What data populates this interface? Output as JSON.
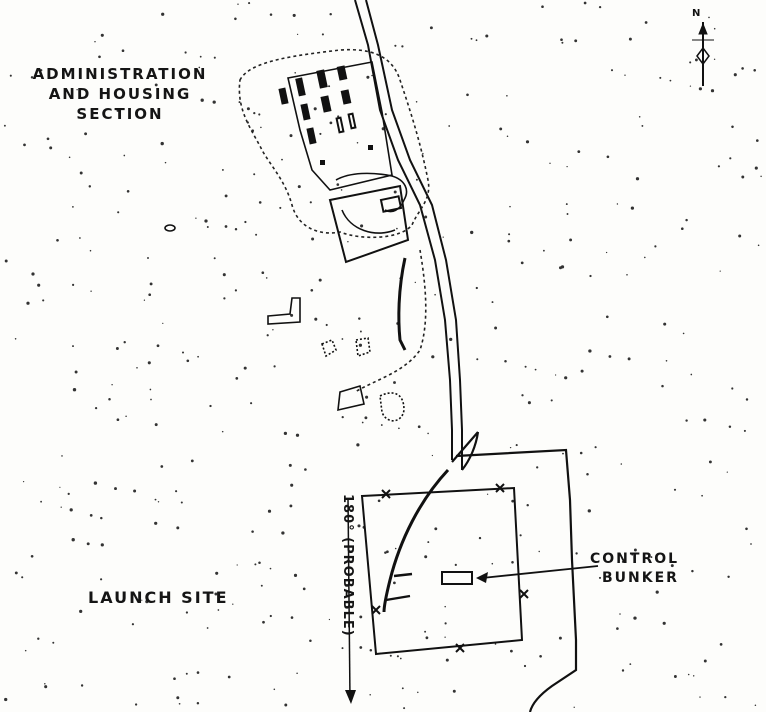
{
  "labels": {
    "admin_line1": "ADMINISTRATION",
    "admin_line2": "AND HOUSING",
    "admin_line3": "SECTION",
    "control_line1": "CONTROL",
    "control_line2": "BUNKER",
    "launch_site": "LAUNCH SITE",
    "bearing": "180° (PROBABLE)",
    "north": "N"
  },
  "icons": {
    "north_arrow": "compass-north-arrow"
  },
  "colors": {
    "ink": "#111111",
    "paper": "#fdfdfb"
  }
}
